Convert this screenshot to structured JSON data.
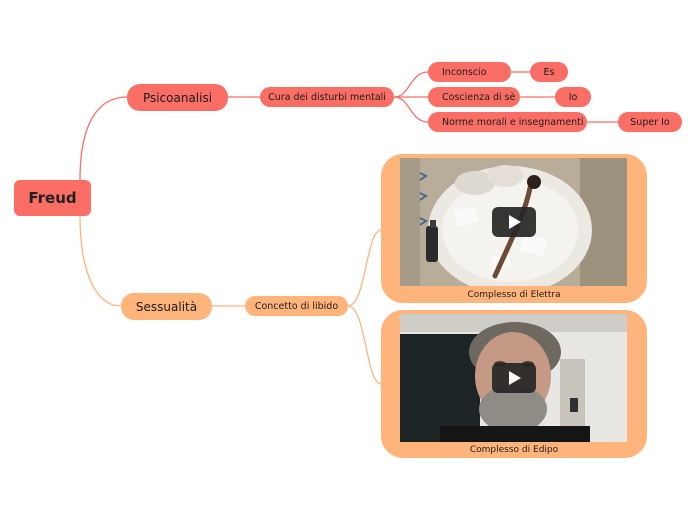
{
  "root": {
    "label": "Freud"
  },
  "branches": {
    "psicoanalisi": {
      "label": "Psicoanalisi",
      "child": {
        "label": "Cura dei disturbi mentali"
      },
      "leaves": [
        {
          "label": "Inconscio",
          "pair": "Es"
        },
        {
          "label": "Coscienza di sè",
          "pair": "Io"
        },
        {
          "label": "Norme morali e insegnamenti",
          "pair": "Super Io"
        }
      ]
    },
    "sessualita": {
      "label": "Sessualità",
      "child": {
        "label": "Concetto di libido"
      },
      "videos": [
        {
          "caption": "Complesso di Elettra",
          "icon": "play-icon"
        },
        {
          "caption": "Complesso di Edipo",
          "icon": "play-icon"
        }
      ]
    }
  },
  "colors": {
    "red": "#fa6e65",
    "peach": "#ffb47c"
  }
}
